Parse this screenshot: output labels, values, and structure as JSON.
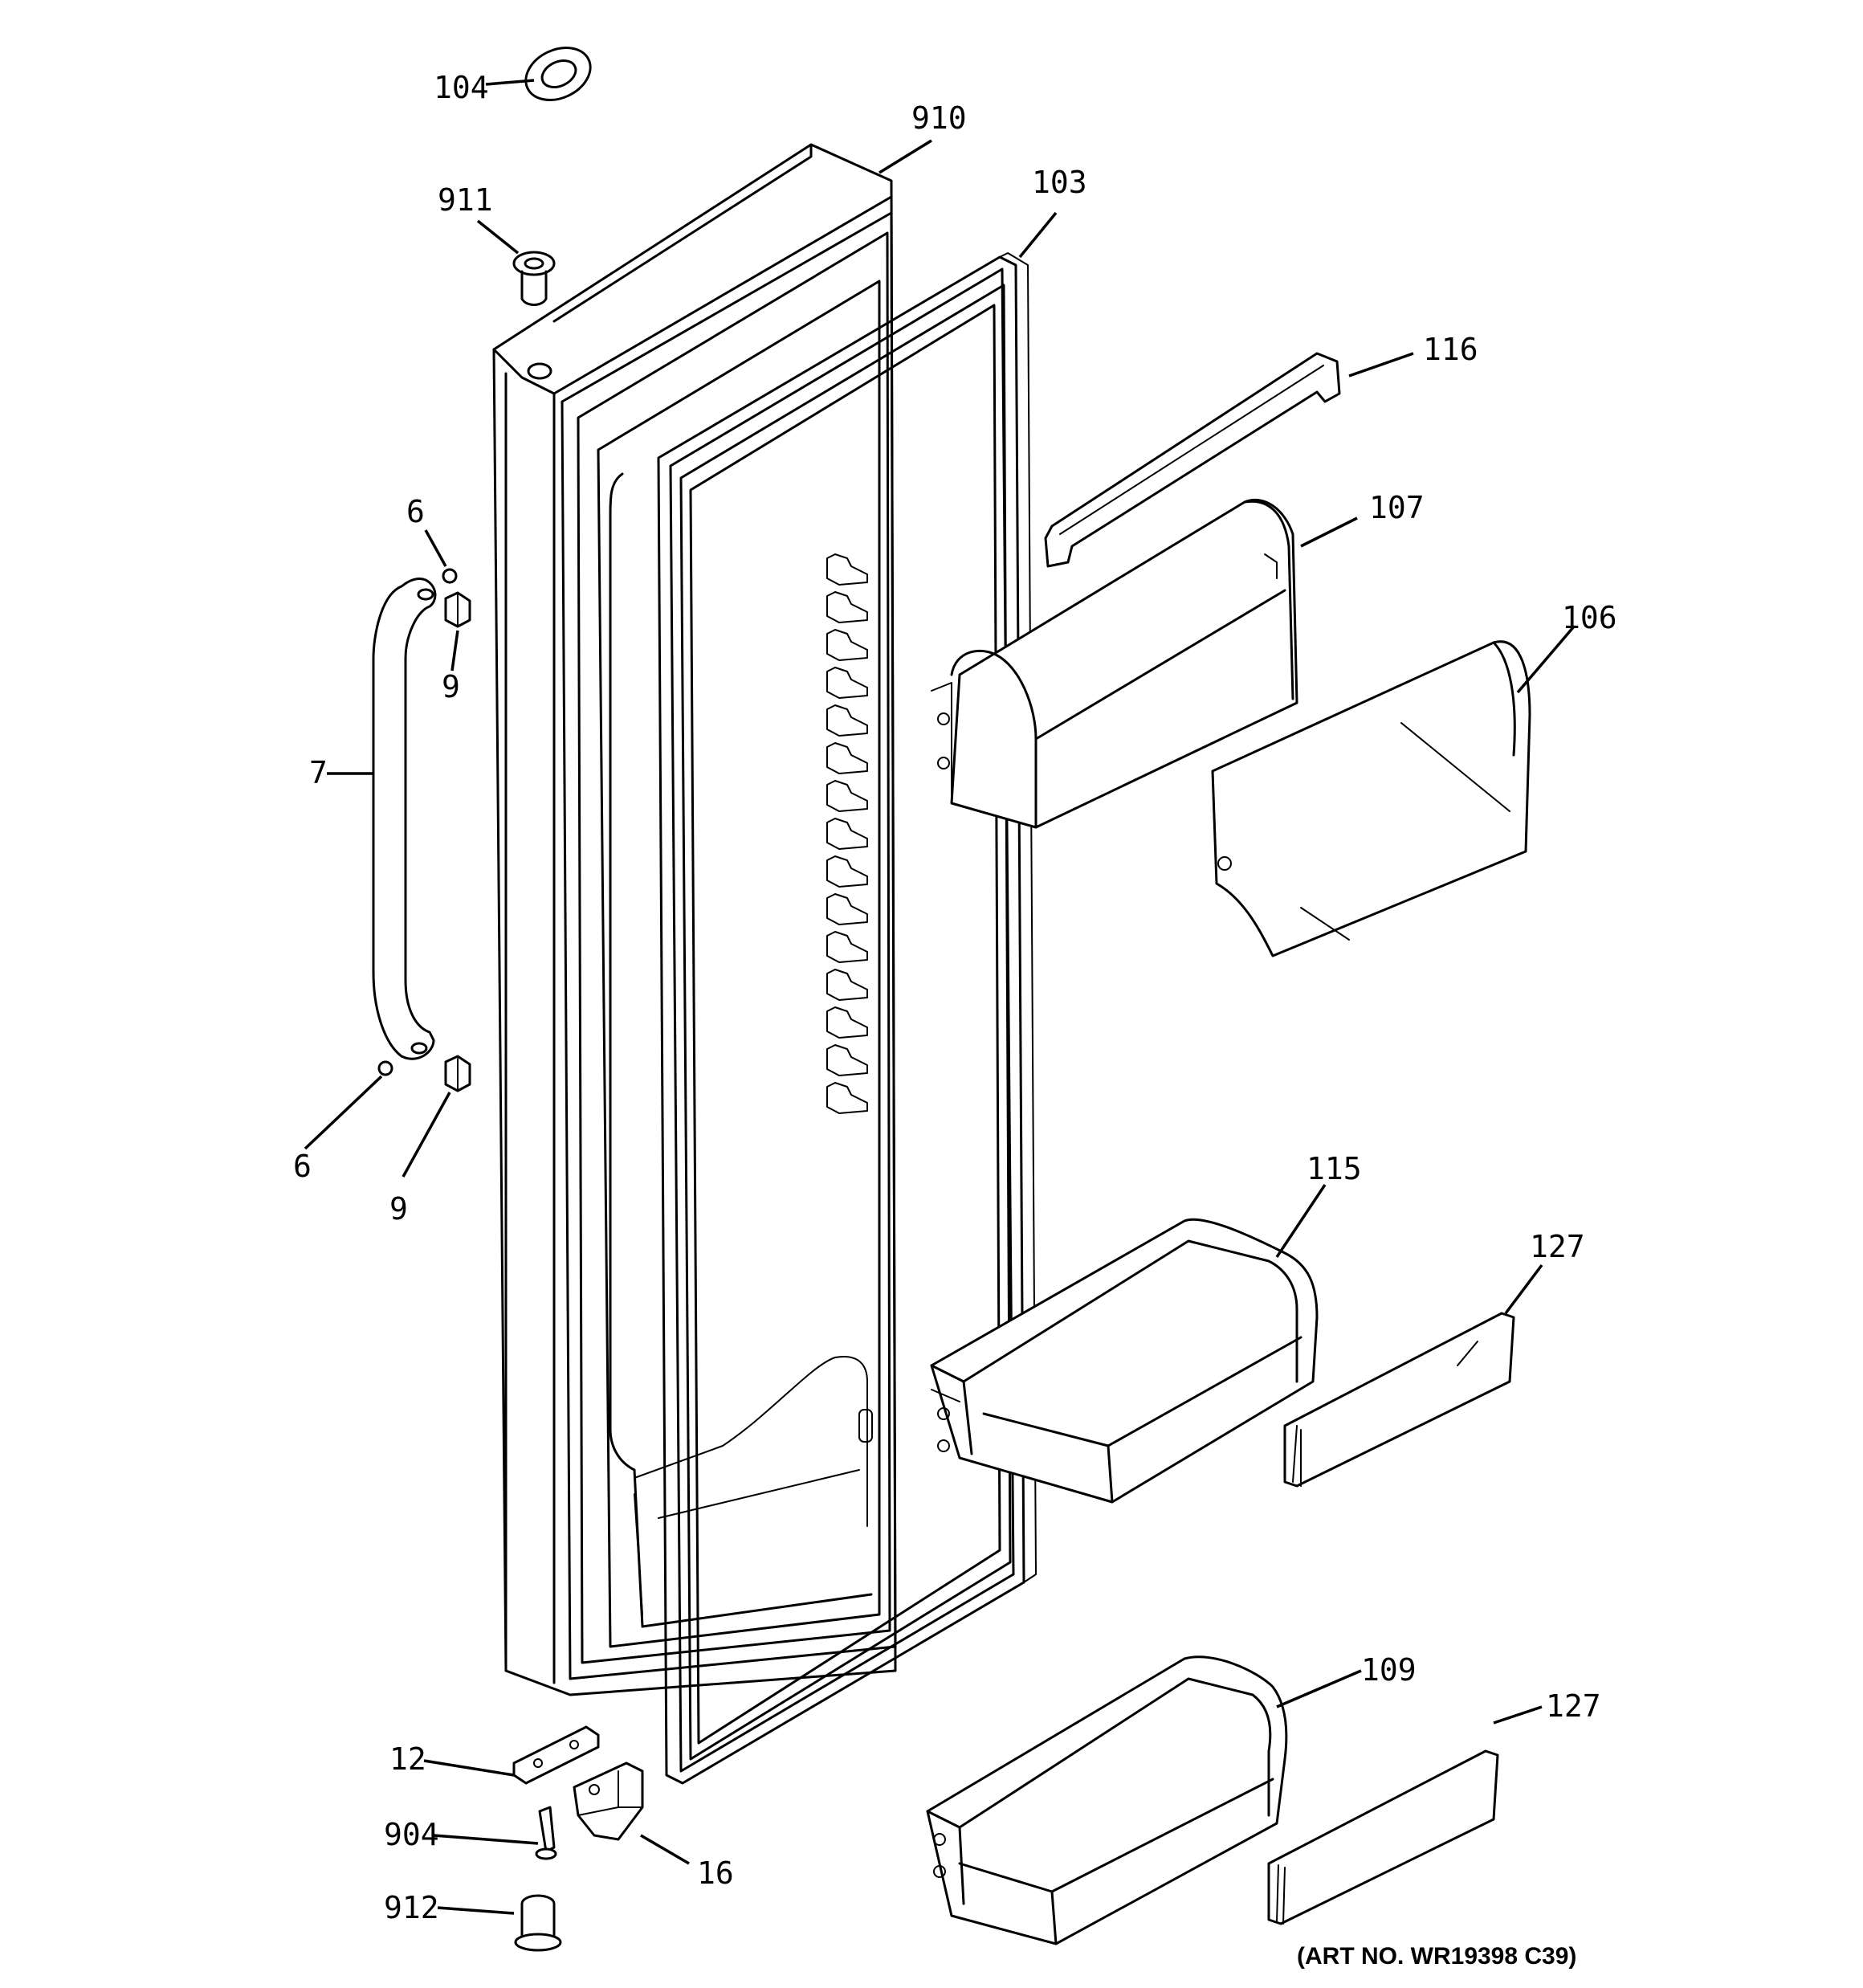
{
  "diagram": {
    "art_number": "(ART NO. WR19398 C39)",
    "callouts": {
      "c104": "104",
      "c910": "910",
      "c911": "911",
      "c103": "103",
      "c116": "116",
      "c107": "107",
      "c106": "106",
      "c6a": "6",
      "c9a": "9",
      "c7": "7",
      "c6b": "6",
      "c9b": "9",
      "c115": "115",
      "c127a": "127",
      "c109": "109",
      "c127b": "127",
      "c12": "12",
      "c904": "904",
      "c16": "16",
      "c912": "912"
    }
  }
}
